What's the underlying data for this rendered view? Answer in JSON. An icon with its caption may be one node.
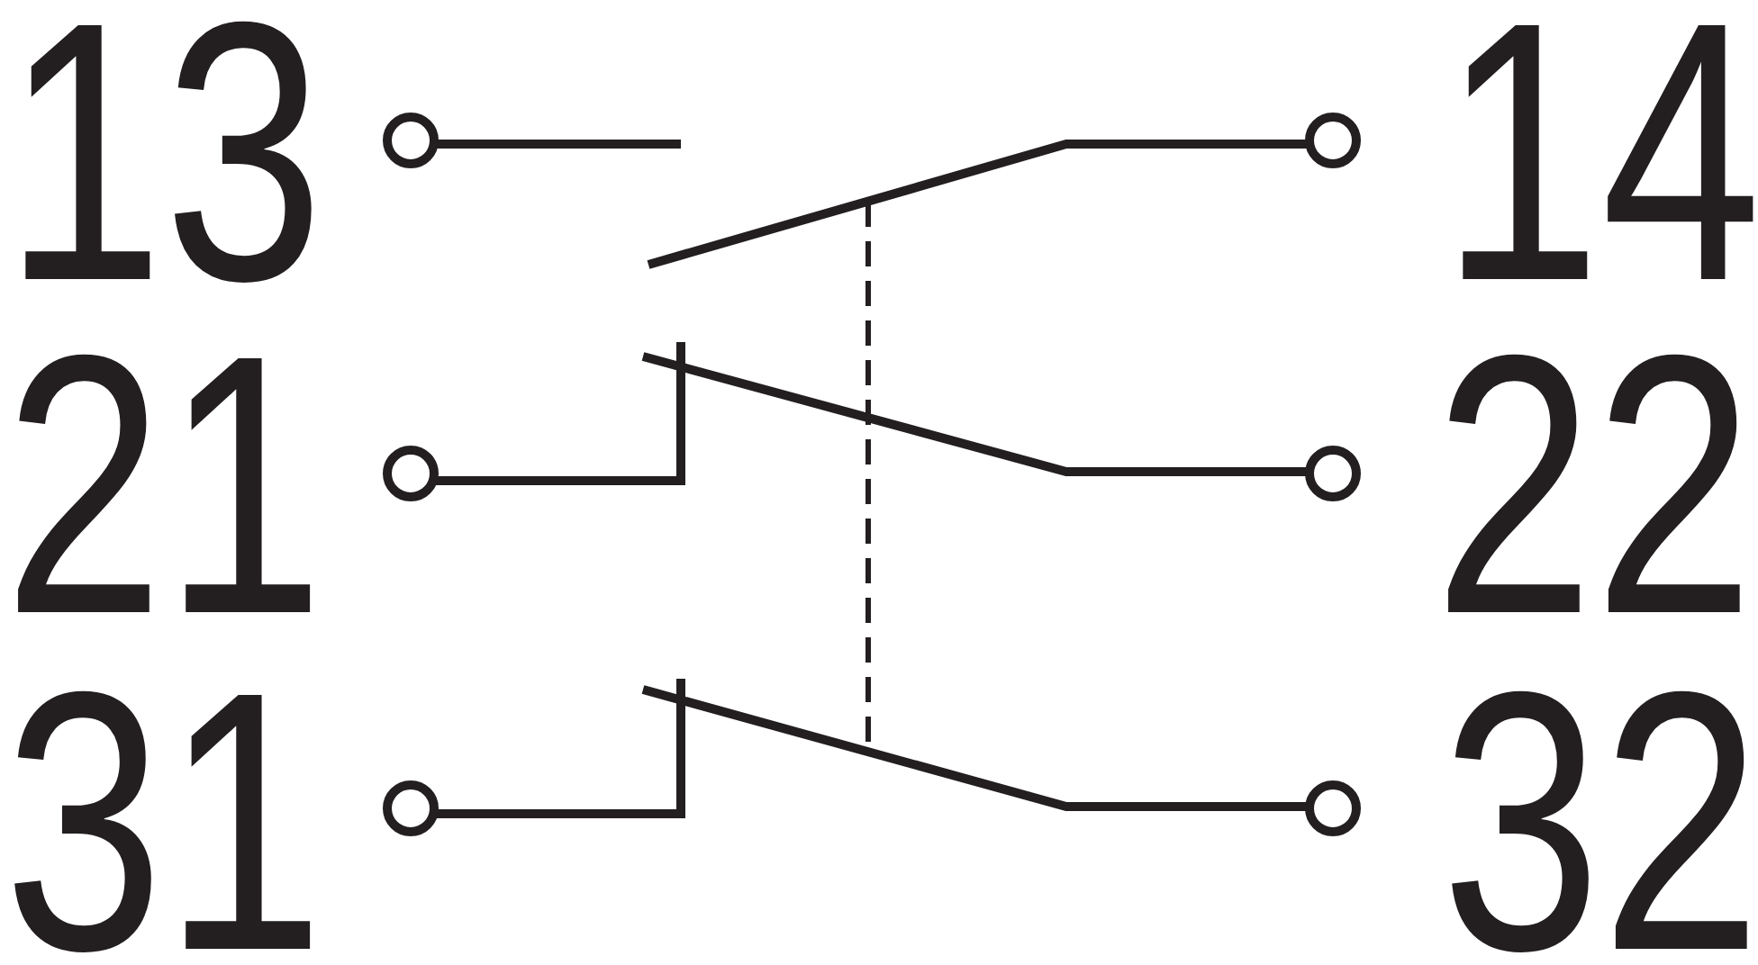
{
  "diagram": {
    "labels": [
      "13",
      "14",
      "21",
      "22",
      "31",
      "32"
    ]
  }
}
